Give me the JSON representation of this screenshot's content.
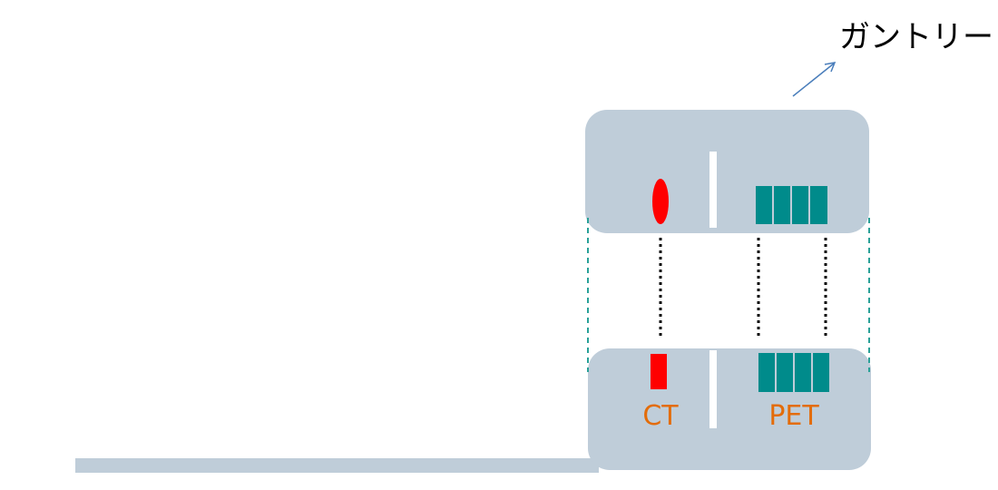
{
  "labels": {
    "gantry": "ガントリー",
    "ct": "CT",
    "pet": "PET"
  },
  "colors": {
    "gantry_fill": "#bfcdd9",
    "bed_fill": "#bfcdd9",
    "ct_source": "#ff0000",
    "pet_detector": "#008b8b",
    "label_text": "#e36c09",
    "arrow": "#4a7ebb",
    "guide_dashed": "#2aa198",
    "guide_dotted": "#000000",
    "divider": "#ffffff"
  }
}
